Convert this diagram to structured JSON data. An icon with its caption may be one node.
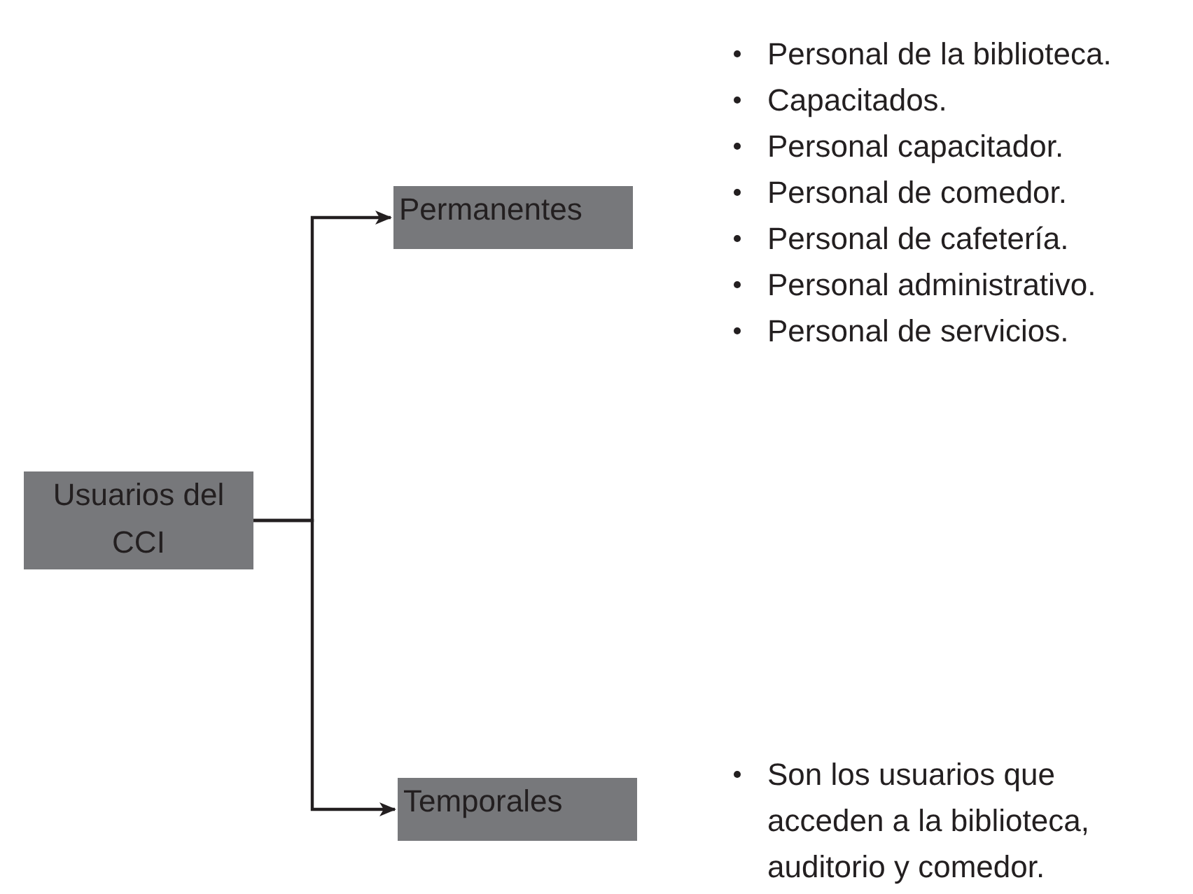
{
  "diagram": {
    "nodes": [
      {
        "text": [
          "Usuarios del CCI"
        ]
      },
      {
        "text": [
          "Permanentes"
        ]
      },
      {
        "text": [
          "Temporales"
        ]
      }
    ],
    "edges": [
      {
        "from": 0,
        "to": 1,
        "arrow": "to"
      },
      {
        "from": 0,
        "to": 2,
        "arrow": "to"
      }
    ],
    "labels": [
      "Personal de la biblioteca.",
      "Capacitados.",
      "Personal capacitador.",
      "Personal de comedor.",
      "Personal de cafetería.",
      "Personal administrativo.",
      "Personal de servicios.",
      "Son los usuarios que acceden a la biblioteca, auditorio y comedor."
    ]
  }
}
